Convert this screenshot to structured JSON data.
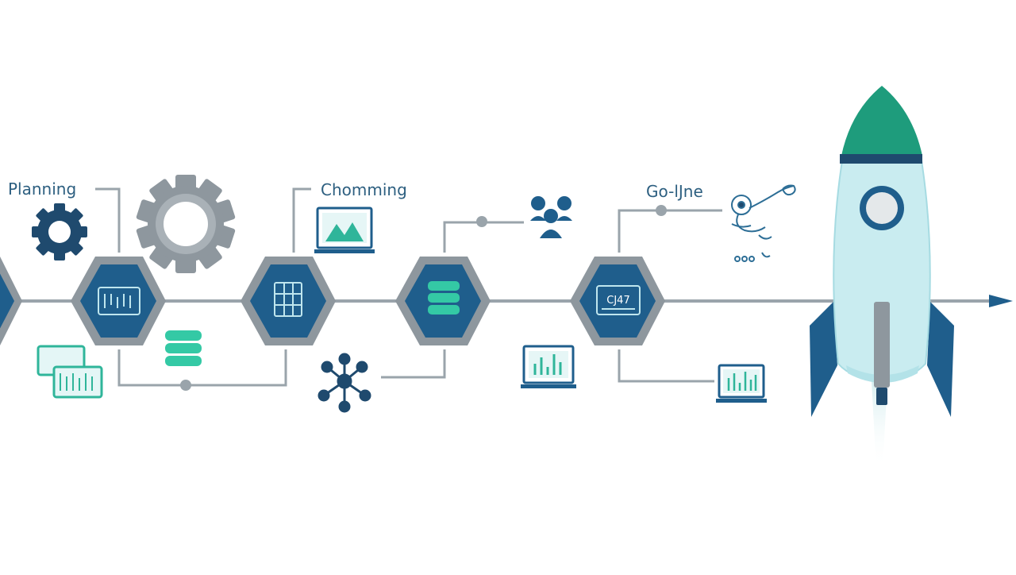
{
  "labels": {
    "planning": "Planning",
    "chomming": "Chomming",
    "golive": "Go-lJne"
  },
  "node_texts": {
    "node_three": "CJ47"
  },
  "colors": {
    "line": "#9aa4ab",
    "hex_outer": "#8e979e",
    "hex_inner": "#1f5e8c",
    "teal": "#2fb59a",
    "navy": "#1f4a6e",
    "rocket_body": "#c9ecf0",
    "rocket_nose": "#1e9c7c",
    "rocket_fin": "#1f5e8c"
  }
}
